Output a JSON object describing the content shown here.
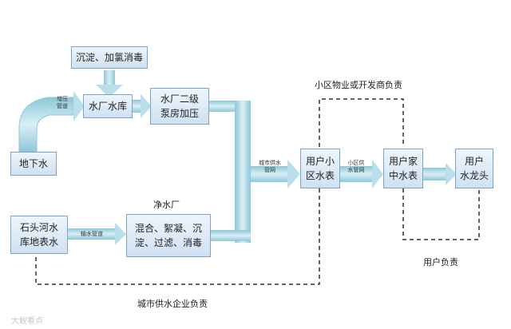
{
  "nodes": {
    "precip": "沉淀、加氯消毒",
    "reservoir": "水厂水库",
    "pump2_line1": "水厂二级",
    "pump2_line2": "泵房加压",
    "groundwater": "地下水",
    "river_line1": "石头河水",
    "river_line2": "库地表水",
    "treat_line1": "混合、絮凝、沉",
    "treat_line2": "淀、过滤、消毒",
    "user_area_line1": "用户小",
    "user_area_line2": "区水表",
    "user_meter_line1": "用户家",
    "user_meter_line2": "中水表",
    "tap_line1": "用户",
    "tap_line2": "水龙头"
  },
  "pipe_labels": {
    "booster_line1": "增压",
    "booster_line2": "管道",
    "city_net_line1": "城市供水",
    "city_net_line2": "管网",
    "district_net_line1": "小区供",
    "district_net_line2": "水管网",
    "raw_water": "输水管道"
  },
  "labels": {
    "purification_plant": "净水厂",
    "property_responsible": "小区物业或开发商负责",
    "user_responsible": "用户负责",
    "city_responsible": "城市供水企业负责",
    "watermark": "大鲵看点"
  },
  "colors": {
    "pipe": "#a9d6e3",
    "box_border": "#7fa3c6",
    "dashed": "#333333"
  }
}
